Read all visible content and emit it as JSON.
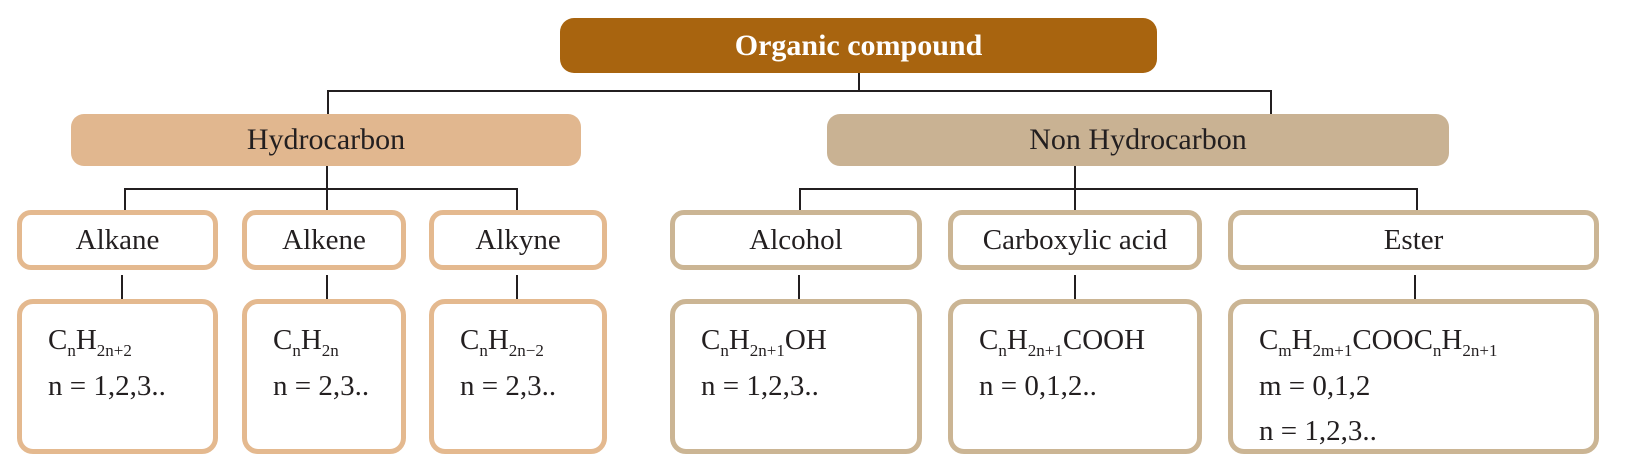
{
  "root": {
    "label": "Organic compound"
  },
  "categories": [
    {
      "label": "Hydrocarbon",
      "color": "#e1b78f"
    },
    {
      "label": "Non Hydrocarbon",
      "color": "#c9b293"
    }
  ],
  "classes": [
    {
      "name": "Alkane",
      "formula": [
        [
          "C",
          ""
        ],
        [
          "",
          "n"
        ],
        [
          "H",
          ""
        ],
        [
          "",
          "2n+2"
        ]
      ],
      "ranges": [
        "n = 1,2,3.."
      ]
    },
    {
      "name": "Alkene",
      "formula": [
        [
          "C",
          ""
        ],
        [
          "",
          "n"
        ],
        [
          "H",
          ""
        ],
        [
          "",
          "2n"
        ]
      ],
      "ranges": [
        "n = 2,3.."
      ]
    },
    {
      "name": "Alkyne",
      "formula": [
        [
          "C",
          ""
        ],
        [
          "",
          "n"
        ],
        [
          "H",
          ""
        ],
        [
          "",
          "2n−2"
        ]
      ],
      "ranges": [
        "n = 2,3.."
      ]
    },
    {
      "name": "Alcohol",
      "formula": [
        [
          "C",
          ""
        ],
        [
          "",
          "n"
        ],
        [
          "H",
          ""
        ],
        [
          "",
          "2n+1"
        ],
        [
          "OH",
          ""
        ]
      ],
      "ranges": [
        "n = 1,2,3.."
      ]
    },
    {
      "name": "Carboxylic acid",
      "formula": [
        [
          "C",
          ""
        ],
        [
          "",
          "n"
        ],
        [
          "H",
          ""
        ],
        [
          "",
          "2n+1"
        ],
        [
          "COOH",
          ""
        ]
      ],
      "ranges": [
        "n = 0,1,2.."
      ]
    },
    {
      "name": "Ester",
      "formula": [
        [
          "C",
          ""
        ],
        [
          "",
          "m"
        ],
        [
          "H",
          ""
        ],
        [
          "",
          "2m+1"
        ],
        [
          "COOC",
          ""
        ],
        [
          "",
          "n"
        ],
        [
          "H",
          ""
        ],
        [
          "",
          "2n+1"
        ]
      ],
      "ranges": [
        "m = 0,1,2",
        "n = 1,2,3.."
      ]
    }
  ],
  "colors": {
    "root": "#a8640f",
    "hydro_border": "#e4b98f",
    "non_border": "#cbb594",
    "line": "#231f20"
  }
}
